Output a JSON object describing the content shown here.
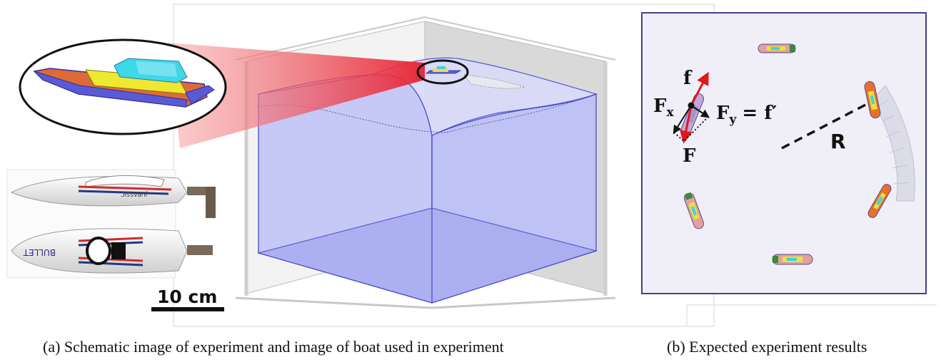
{
  "panel_a": {
    "scale_bar_label": "10 cm",
    "caption": "(a) Schematic image of experiment and image of boat used in experiment"
  },
  "panel_b": {
    "label_f": "f",
    "label_fx_main": "F",
    "label_fx_sub": "x",
    "label_fy_main": "F",
    "label_fy_sub": "y",
    "label_fy_rhs": "= f′",
    "label_F": "F",
    "label_R": "R",
    "caption": "(b) Expected experiment results"
  },
  "colors": {
    "water": "#c8caf7",
    "water_edge": "#4a4ad0",
    "force_red": "#e01818",
    "wake": "#d9d9e6",
    "panel_b_bg": "#f0eff8",
    "panel_b_border": "#404090"
  },
  "photo_hull_lettering": [
    "BULLET",
    "JURASSIC"
  ]
}
